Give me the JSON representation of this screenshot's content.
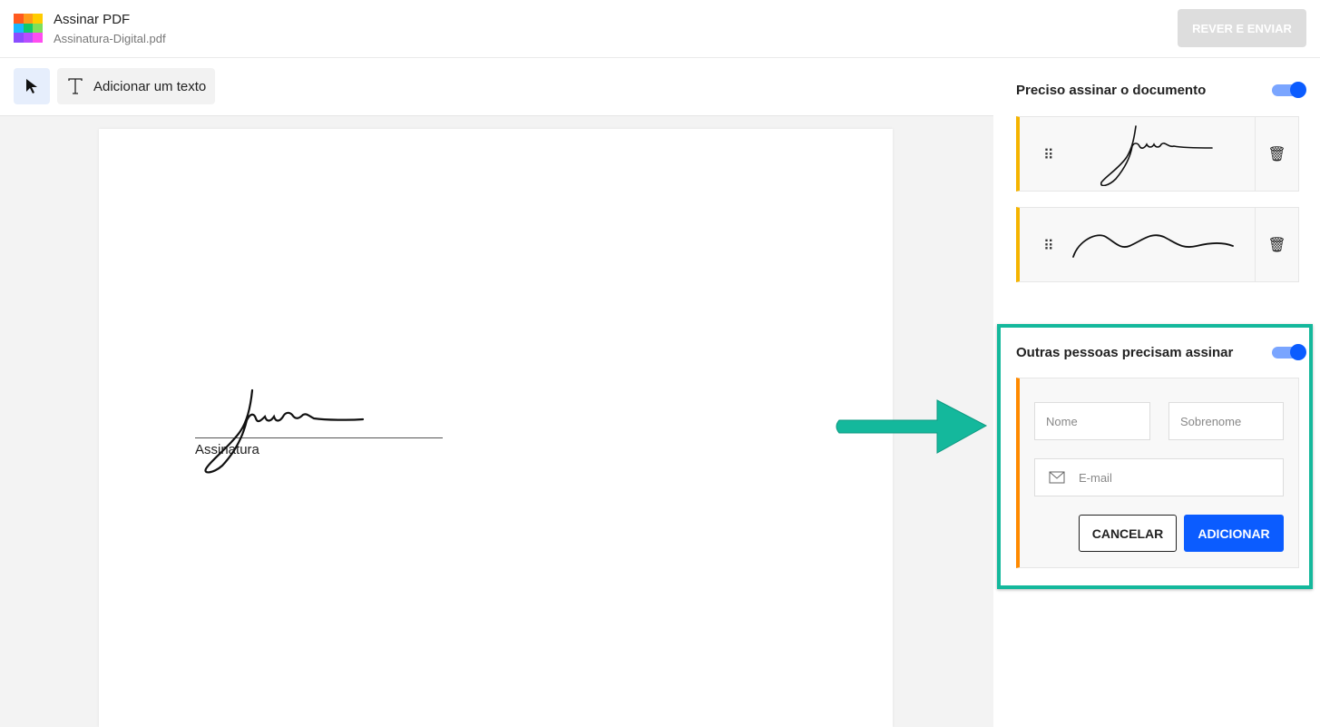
{
  "header": {
    "title": "Assinar PDF",
    "file_name": "Assinatura-Digital.pdf",
    "review_button": "REVER E ENVIAR",
    "logo_colors": [
      "#ff5a1f",
      "#ff9b1a",
      "#ffcc00",
      "#1ab8ff",
      "#11c96b",
      "#7ee05a",
      "#8a4dff",
      "#b84dff",
      "#ff4df0"
    ]
  },
  "toolbar": {
    "select_tool": "pointer-icon",
    "add_text_label": "Adicionar um texto"
  },
  "document": {
    "signature_label": "Assinatura"
  },
  "sidebar": {
    "self_section": {
      "title": "Preciso assinar o documento",
      "toggle_on": true,
      "signatures": [
        {
          "type": "signature"
        },
        {
          "type": "initials"
        }
      ]
    },
    "others_section": {
      "title": "Outras pessoas precisam assinar",
      "toggle_on": true,
      "first_name_placeholder": "Nome",
      "last_name_placeholder": "Sobrenome",
      "email_placeholder": "E-mail",
      "cancel_label": "CANCELAR",
      "add_label": "ADICIONAR"
    }
  },
  "colors": {
    "accent": "#0b5cff",
    "highlight": "#14b89c",
    "signature_bar": "#f5b400",
    "form_bar": "#ff8a00"
  }
}
